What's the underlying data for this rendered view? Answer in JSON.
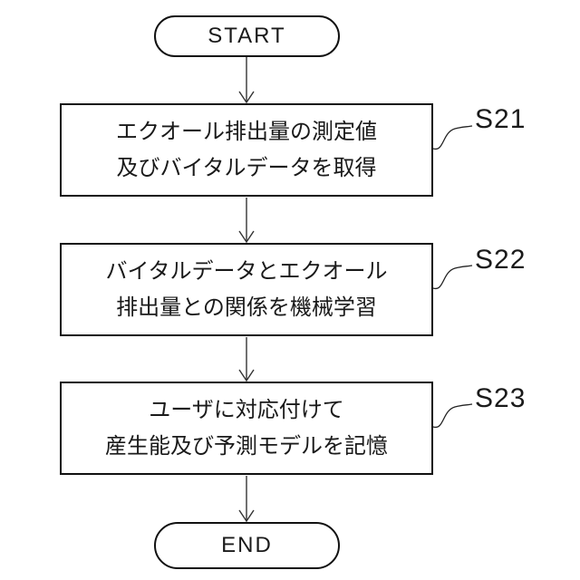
{
  "flow": {
    "start_label": "START",
    "end_label": "END",
    "steps": [
      {
        "id": "S21",
        "lines": [
          "エクオール排出量の測定値",
          "及びバイタルデータを取得"
        ]
      },
      {
        "id": "S22",
        "lines": [
          "バイタルデータとエクオール",
          "排出量との関係を機械学習"
        ]
      },
      {
        "id": "S23",
        "lines": [
          "ユーザに対応付けて",
          "産生能及び予測モデルを記憶"
        ]
      }
    ],
    "colors": {
      "line": "#1a1a1a",
      "box_border": "#111111",
      "background": "#ffffff"
    }
  }
}
